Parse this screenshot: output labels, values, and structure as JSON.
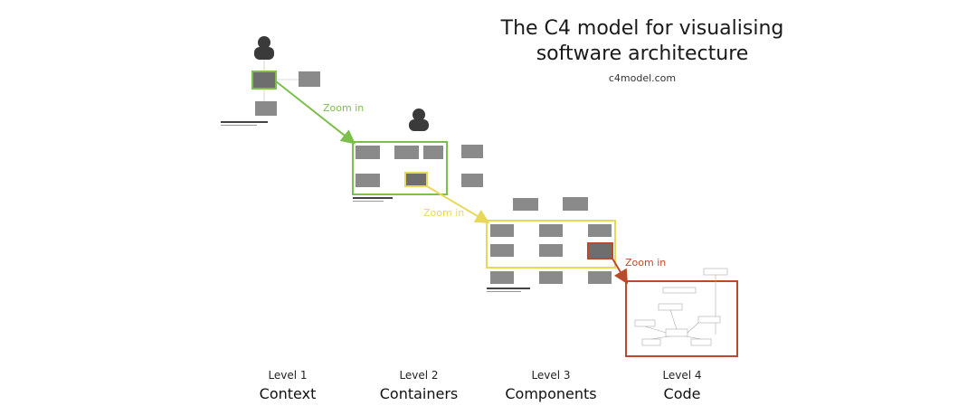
{
  "title_line1": "The C4 model for visualising",
  "title_line2": "software architecture",
  "site": "c4model.com",
  "zoom_label": "Zoom in",
  "levels": [
    {
      "num": "Level 1",
      "name": "Context"
    },
    {
      "num": "Level 2",
      "name": "Containers"
    },
    {
      "num": "Level 3",
      "name": "Components"
    },
    {
      "num": "Level 4",
      "name": "Code"
    }
  ],
  "colors": {
    "green": "#7cbf4a",
    "yellow": "#e8d85a",
    "red": "#b94a2c",
    "box": "#8a8a8a",
    "box_dark": "#6e6e6e",
    "person": "#3a3a3a"
  }
}
